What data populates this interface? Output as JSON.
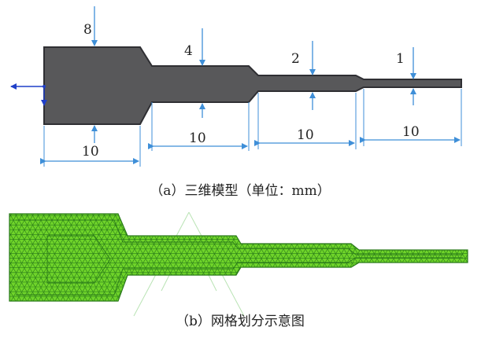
{
  "figure_a": {
    "caption": "（a）三维模型（单位：mm）",
    "step_labels": [
      "8",
      "4",
      "2",
      "1"
    ],
    "dimension_labels": [
      "10",
      "10",
      "10",
      "10"
    ],
    "colors": {
      "body_fill": "#58585a",
      "body_stroke": "#2f2f33",
      "arrow": "#3f8fd8",
      "axis": "#1f3fc8"
    }
  },
  "figure_b": {
    "caption": "（b）网格划分示意图",
    "colors": {
      "mesh_fill": "#6fd42a",
      "mesh_line": "#2a7a1a",
      "watermark": "#b9e3b4"
    }
  }
}
